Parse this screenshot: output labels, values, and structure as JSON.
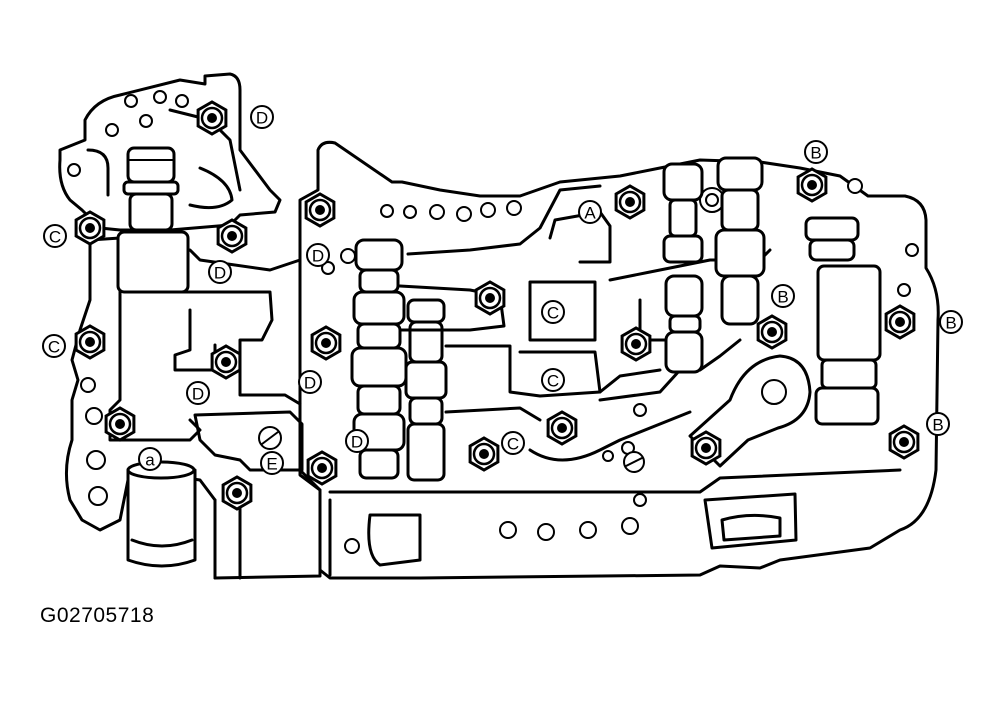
{
  "figure": {
    "code": "G02705718"
  },
  "callouts": [
    {
      "id": "D-top",
      "letter": "D"
    },
    {
      "id": "B-top",
      "letter": "B"
    },
    {
      "id": "C-left-upper",
      "letter": "C"
    },
    {
      "id": "D-mid-left",
      "letter": "D"
    },
    {
      "id": "A",
      "letter": "A"
    },
    {
      "id": "D-center",
      "letter": "D"
    },
    {
      "id": "C-mid-1",
      "letter": "C"
    },
    {
      "id": "B-right-mid",
      "letter": "B"
    },
    {
      "id": "B-right",
      "letter": "B"
    },
    {
      "id": "C-left-lower",
      "letter": "C"
    },
    {
      "id": "D-lower-1",
      "letter": "D"
    },
    {
      "id": "D-lower-2",
      "letter": "D"
    },
    {
      "id": "C-mid-2",
      "letter": "C"
    },
    {
      "id": "D-bottom",
      "letter": "D"
    },
    {
      "id": "C-bottom",
      "letter": "C"
    },
    {
      "id": "B-bottom-right",
      "letter": "B"
    },
    {
      "id": "a-pipe",
      "letter": "a"
    },
    {
      "id": "E",
      "letter": "E"
    }
  ],
  "icons": {
    "bolt": "bolt-icon",
    "callout": "callout-letter-icon"
  }
}
